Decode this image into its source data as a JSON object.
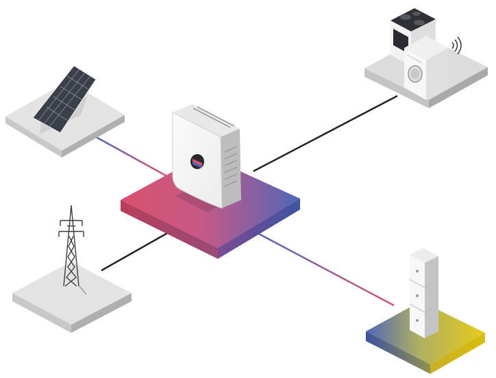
{
  "diagram": {
    "hub": {
      "name": "inverter",
      "icon": "inverter-icon"
    },
    "nodes": [
      {
        "name": "solar-panel",
        "icon": "solar-panel-icon",
        "connection": "gradient"
      },
      {
        "name": "household-appliances",
        "icon": "appliances-icon",
        "connection": "black"
      },
      {
        "name": "power-grid",
        "icon": "transmission-tower-icon",
        "connection": "black"
      },
      {
        "name": "battery-storage",
        "icon": "battery-icon",
        "connection": "gradient"
      }
    ]
  },
  "colors": {
    "hub_platform_left": "#d9506e",
    "hub_platform_right": "#4f66b8",
    "battery_platform_left": "#4f66b8",
    "battery_platform_right": "#e6cc1a",
    "platform_gray": "#dedede",
    "line_dark": "#222222"
  }
}
